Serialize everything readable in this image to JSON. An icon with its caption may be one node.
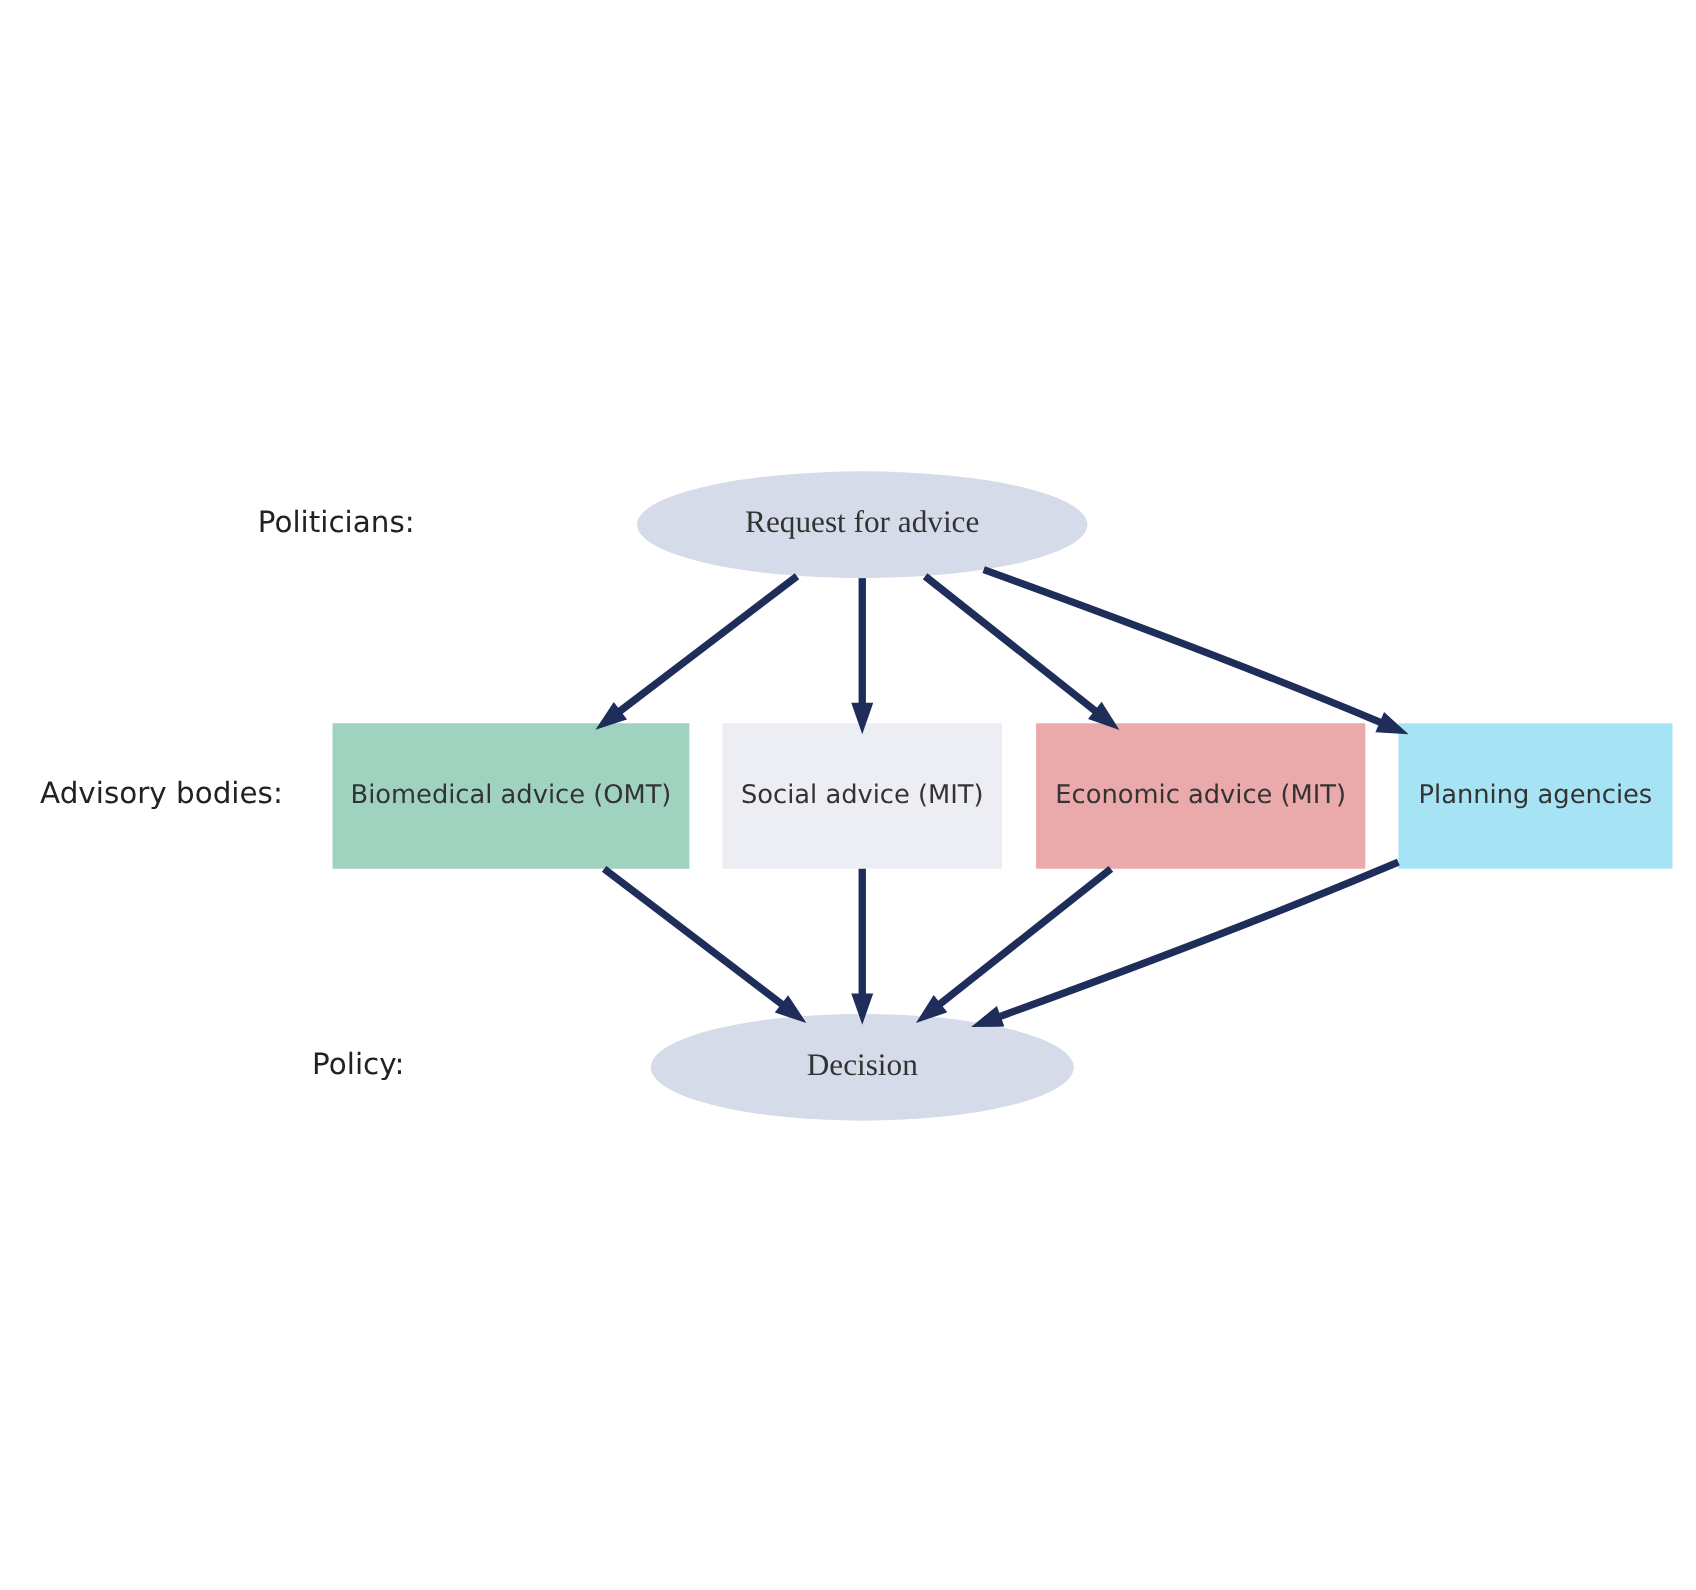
{
  "diagram": {
    "nodes": [
      {
        "text": [
          "Request for advice"
        ]
      },
      {
        "text": [
          "Biomedical advice (OMT)"
        ]
      },
      {
        "text": [
          "Social advice (MIT)"
        ]
      },
      {
        "text": [
          "Economic advice (MIT)"
        ]
      },
      {
        "text": [
          "Planning agencies"
        ]
      },
      {
        "text": [
          "Decision"
        ]
      }
    ],
    "edges": [
      {
        "from": 0,
        "to": 1,
        "arrow": "to"
      },
      {
        "from": 0,
        "to": 2,
        "arrow": "to"
      },
      {
        "from": 0,
        "to": 3,
        "arrow": "to"
      },
      {
        "from": 0,
        "to": 4,
        "arrow": "to"
      },
      {
        "from": 1,
        "to": 5,
        "arrow": "to"
      },
      {
        "from": 2,
        "to": 5,
        "arrow": "to"
      },
      {
        "from": 3,
        "to": 5,
        "arrow": "to"
      },
      {
        "from": 4,
        "to": 5,
        "arrow": "to"
      }
    ],
    "labels": [
      "Politicians:",
      "Advisory bodies:",
      "Policy:"
    ]
  }
}
